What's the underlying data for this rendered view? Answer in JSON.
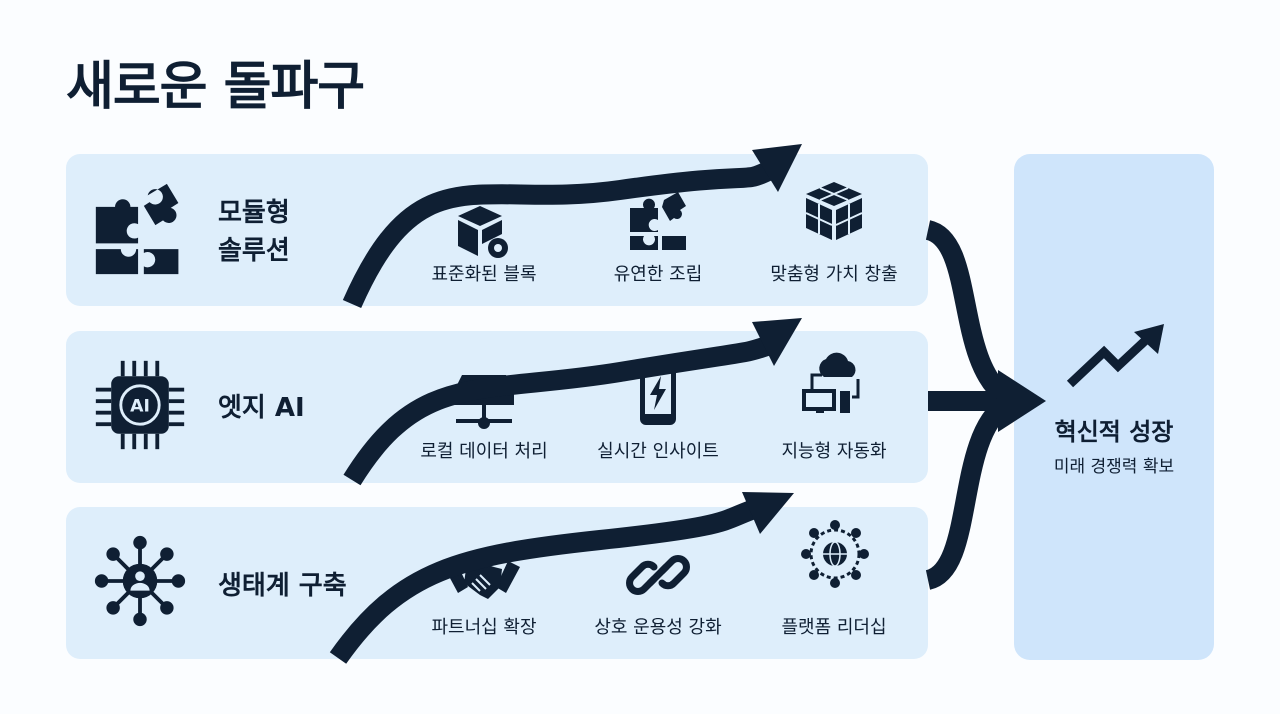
{
  "title": "새로운 돌파구",
  "rows": [
    {
      "label_line1": "모듈형",
      "label_line2": "솔루션",
      "icon": "puzzle-icon",
      "steps": [
        {
          "label": "표준화된 블록",
          "icon": "block-gear-icon"
        },
        {
          "label": "유연한 조립",
          "icon": "puzzle-assembly-icon"
        },
        {
          "label": "맞춤형 가치 창출",
          "icon": "cube-blocks-icon"
        }
      ]
    },
    {
      "label_line1": "엣지 AI",
      "label_line2": "",
      "icon": "ai-chip-icon",
      "steps": [
        {
          "label": "로컬 데이터 처리",
          "icon": "server-icon"
        },
        {
          "label": "실시간 인사이트",
          "icon": "smartphone-bolt-icon"
        },
        {
          "label": "지능형 자동화",
          "icon": "cloud-computer-icon"
        }
      ]
    },
    {
      "label_line1": "생태계 구축",
      "label_line2": "",
      "icon": "network-hub-icon",
      "steps": [
        {
          "label": "파트너십 확장",
          "icon": "handshake-icon"
        },
        {
          "label": "상호 운용성 강화",
          "icon": "chain-link-icon"
        },
        {
          "label": "플랫폼 리더십",
          "icon": "globe-network-icon"
        }
      ]
    }
  ],
  "result": {
    "title": "혁신적 성장",
    "subtitle": "미래 경쟁력 확보",
    "icon": "growth-arrow-icon"
  },
  "colors": {
    "ink": "#0f1f33",
    "row_bg": "#deeefb",
    "result_bg": "#cfe5fb"
  }
}
